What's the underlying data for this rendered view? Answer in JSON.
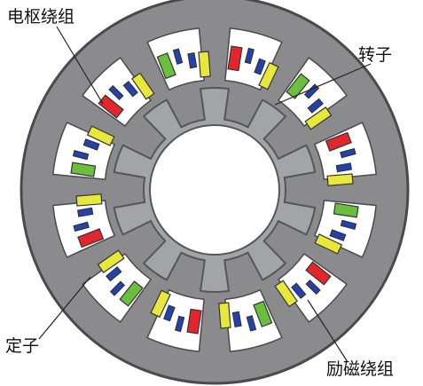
{
  "labels": {
    "armature_winding": "电枢绕组",
    "rotor": "转子",
    "stator": "定子",
    "field_winding": "励磁绕组"
  },
  "machine": {
    "stator_slots": 12,
    "rotor_poles": 10
  },
  "colors": {
    "stator_fill": "#8b8b8e",
    "stator_outline": "#4a4a4e",
    "rotor_fill": "#a3a4a8",
    "rotor_outline": "#55565a",
    "slot_fill": "#ffffff",
    "armature_coil": "#e8e83a",
    "field_coil_red": "#e3262b",
    "field_coil_green": "#6abf3c",
    "coil_outline": "#333333",
    "blue_block": "#2242b0",
    "leader_line": "#222222"
  }
}
